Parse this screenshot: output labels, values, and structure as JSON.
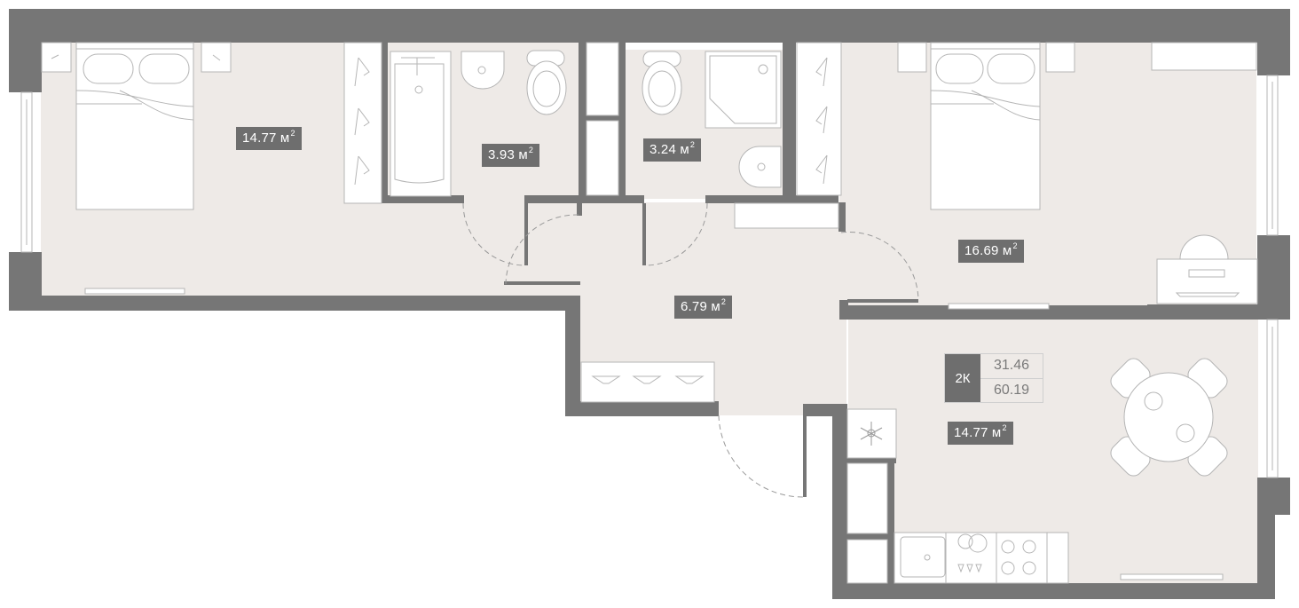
{
  "plan": {
    "type": "apartment-floor-plan",
    "colors": {
      "wall": "#767676",
      "floor": "#eeeae7",
      "furniture": "#ffffff",
      "label_bg": "#6e6e6e"
    }
  },
  "summary": {
    "rooms_code": "2К",
    "living_area": "31.46",
    "total_area": "60.19"
  },
  "rooms": [
    {
      "id": "bedroom-left",
      "name": "bedroom",
      "area": "14.77",
      "unit": "м",
      "unit_power": "2"
    },
    {
      "id": "bathroom",
      "name": "bathroom",
      "area": "3.93",
      "unit": "м",
      "unit_power": "2"
    },
    {
      "id": "shower-room",
      "name": "shower-room",
      "area": "3.24",
      "unit": "м",
      "unit_power": "2"
    },
    {
      "id": "bedroom-right",
      "name": "bedroom",
      "area": "16.69",
      "unit": "м",
      "unit_power": "2"
    },
    {
      "id": "hallway",
      "name": "hallway",
      "area": "6.79",
      "unit": "м",
      "unit_power": "2"
    },
    {
      "id": "kitchen",
      "name": "kitchen-dining",
      "area": "14.77",
      "unit": "м",
      "unit_power": "2"
    }
  ],
  "icons": {
    "fridge": "snowflake-icon",
    "bed": "double-bed-icon",
    "wardrobe": "hanger-icon",
    "toilet": "toilet-icon",
    "bathtub": "bathtub-icon",
    "shower": "shower-tray-icon",
    "sink": "sink-icon",
    "stove": "cooktop-icon",
    "table": "dining-table-icon",
    "desk": "desk-icon"
  }
}
